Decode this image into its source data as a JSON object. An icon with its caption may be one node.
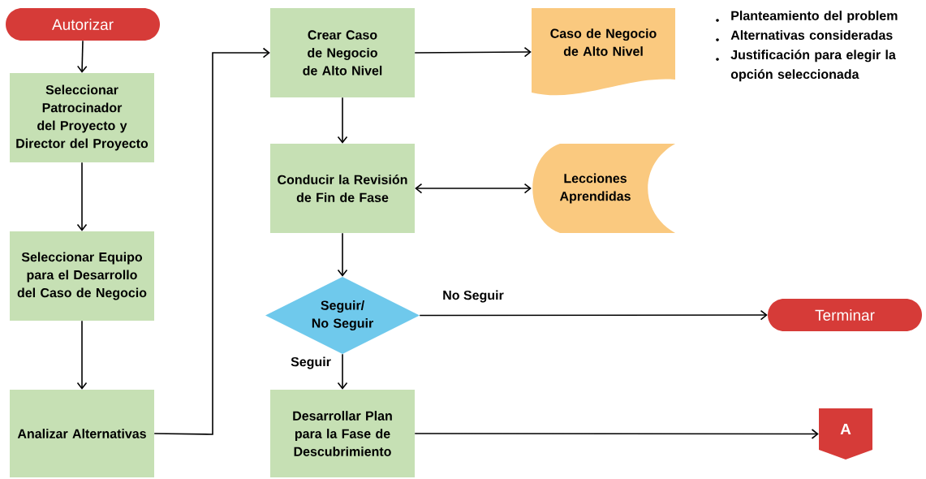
{
  "diagram": {
    "nodes": [
      {
        "text": [
          "Autorizar"
        ]
      },
      {
        "text": [
          "Seleccionar Patrocinador del Proyecto y Director del Proyecto"
        ]
      },
      {
        "text": [
          "Seleccionar Equipo para el Desarrollo del Caso de Negocio"
        ]
      },
      {
        "text": [
          "Analizar Alternativas"
        ]
      },
      {
        "text": [
          "Crear Caso de Negocio de Alto Nivel"
        ]
      },
      {
        "text": [
          "Caso de Negocio de Alto Nivel"
        ]
      },
      {
        "text": [
          "Conducir la Revisión de Fin de Fase"
        ]
      },
      {
        "text": [
          "Lecciones Aprendidas"
        ]
      },
      {
        "text": [
          "Seguir/ No Seguir"
        ]
      },
      {
        "text": [
          "Terminar"
        ]
      },
      {
        "text": [
          "Desarrollar Plan para la Fase de Descubrimiento"
        ]
      },
      {
        "text": [
          "A"
        ]
      }
    ],
    "edges": [
      {
        "from": 0,
        "to": 1,
        "arrow": "to"
      },
      {
        "from": 1,
        "to": 2,
        "arrow": "to"
      },
      {
        "from": 2,
        "to": 3,
        "arrow": "to"
      },
      {
        "from": 3,
        "to": 4,
        "arrow": "to"
      },
      {
        "from": 4,
        "to": 5,
        "arrow": "to"
      },
      {
        "from": 4,
        "to": 6,
        "arrow": "to"
      },
      {
        "from": 6,
        "to": 7,
        "arrow": "both"
      },
      {
        "from": 6,
        "to": 8,
        "arrow": "to"
      },
      {
        "from": 8,
        "to": 9,
        "arrow": "to",
        "label": "No Seguir"
      },
      {
        "from": 8,
        "to": 10,
        "arrow": "to",
        "label": "Seguir"
      },
      {
        "from": 10,
        "to": 11,
        "arrow": "to"
      }
    ],
    "labels": [
      "Planteamiento del problem",
      "Alternativas consideradas",
      "Justificación para elegir la opción seleccionada"
    ]
  }
}
